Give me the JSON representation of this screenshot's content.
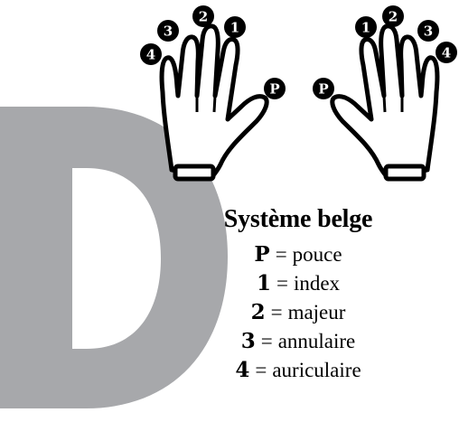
{
  "colors": {
    "big_letter": "#a7a8ab",
    "outline": "#000000",
    "badge_fill": "#000000",
    "badge_text": "#ffffff"
  },
  "big_letter": "D",
  "legend": {
    "title": "Système belge",
    "equals": "=",
    "rows": [
      {
        "key": "P",
        "label": "pouce"
      },
      {
        "key": "1",
        "label": "index"
      },
      {
        "key": "2",
        "label": "majeur"
      },
      {
        "key": "3",
        "label": "annulaire"
      },
      {
        "key": "4",
        "label": "auriculaire"
      }
    ]
  },
  "left_hand": {
    "badges": [
      "4",
      "3",
      "2",
      "1",
      "P"
    ]
  },
  "right_hand": {
    "badges": [
      "P",
      "1",
      "2",
      "3",
      "4"
    ]
  }
}
